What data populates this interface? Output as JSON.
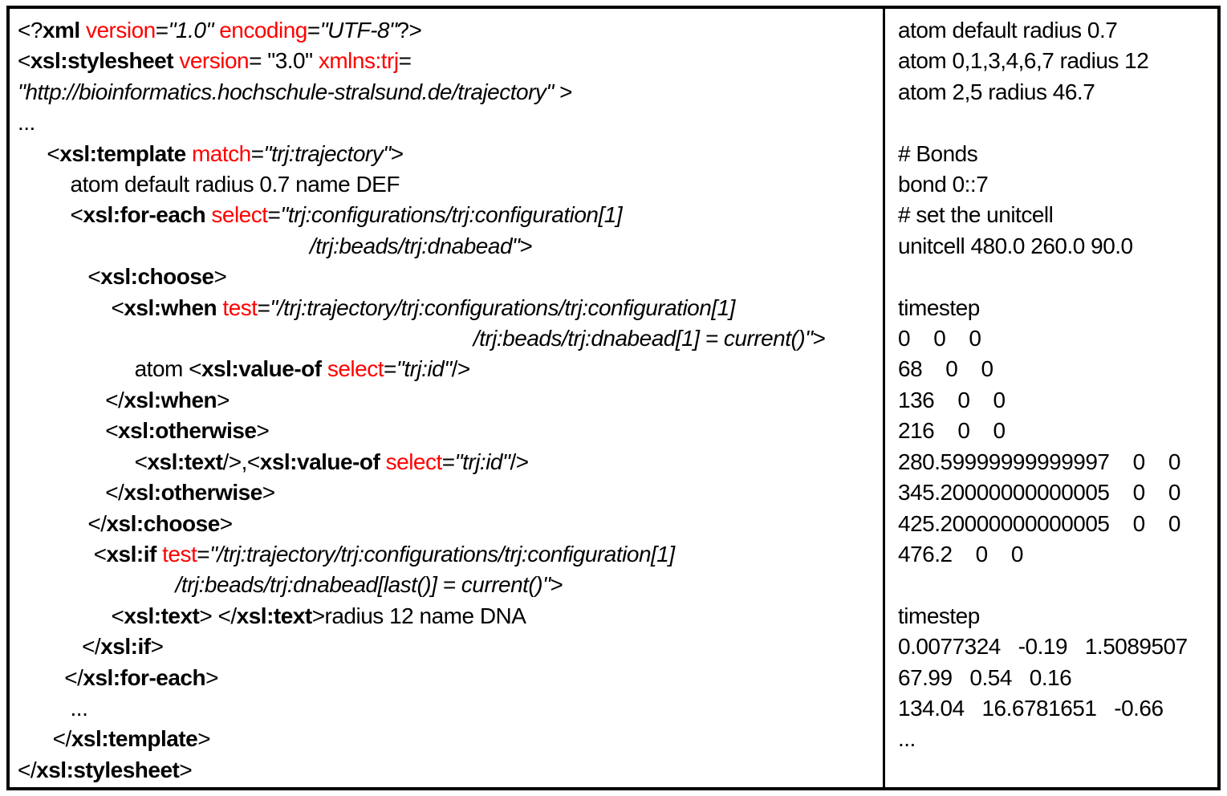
{
  "colors": {
    "attribute_name_red": "#ff0000",
    "code_text": "#000000",
    "border": "#000000",
    "background": "#ffffff"
  },
  "panels": {
    "left": {
      "description": "xslt-stylesheet-source",
      "lines": [
        [
          [
            "p",
            "<?"
          ],
          [
            "b",
            "xml"
          ],
          [
            "p",
            " "
          ],
          [
            "r",
            "version"
          ],
          [
            "p",
            "="
          ],
          [
            "i",
            "\"1.0\""
          ],
          [
            "p",
            " "
          ],
          [
            "r",
            "encoding"
          ],
          [
            "p",
            "="
          ],
          [
            "i",
            "\"UTF-8\""
          ],
          [
            "p",
            "?>"
          ]
        ],
        [
          [
            "p",
            "<"
          ],
          [
            "b",
            "xsl:stylesheet"
          ],
          [
            "p",
            " "
          ],
          [
            "r",
            "version"
          ],
          [
            "p",
            "= \"3.0\" "
          ],
          [
            "r",
            "xmlns:trj"
          ],
          [
            "p",
            "="
          ]
        ],
        [
          [
            "i",
            "\"http://bioinformatics.hochschule-stralsund.de/trajectory\""
          ],
          [
            "p",
            " >"
          ]
        ],
        [
          [
            "p",
            "..."
          ]
        ],
        [
          [
            "p",
            "     <"
          ],
          [
            "b",
            "xsl:template"
          ],
          [
            "p",
            " "
          ],
          [
            "r",
            "match"
          ],
          [
            "p",
            "="
          ],
          [
            "i",
            "\"trj:trajectory\""
          ],
          [
            "p",
            ">"
          ]
        ],
        [
          [
            "p",
            "         atom default radius 0.7 name DEF"
          ]
        ],
        [
          [
            "p",
            "         <"
          ],
          [
            "b",
            "xsl:for-each"
          ],
          [
            "p",
            " "
          ],
          [
            "r",
            "select"
          ],
          [
            "p",
            "="
          ],
          [
            "i",
            "\"trj:configurations/trj:configuration[1]"
          ]
        ],
        [
          [
            "i",
            "                                                  /trj:beads/trj:dnabead\""
          ],
          [
            "p",
            ">"
          ]
        ],
        [
          [
            "p",
            "            <"
          ],
          [
            "b",
            "xsl:choose"
          ],
          [
            "p",
            ">"
          ]
        ],
        [
          [
            "p",
            "                <"
          ],
          [
            "b",
            "xsl:when"
          ],
          [
            "p",
            " "
          ],
          [
            "r",
            "test"
          ],
          [
            "p",
            "="
          ],
          [
            "i",
            "\"/trj:trajectory/trj:configurations/trj:configuration[1]"
          ]
        ],
        [
          [
            "i",
            "                                                                              /trj:beads/trj:dnabead[1] = current()\""
          ],
          [
            "p",
            ">"
          ]
        ],
        [
          [
            "p",
            "                    atom <"
          ],
          [
            "b",
            "xsl:value-of"
          ],
          [
            "p",
            " "
          ],
          [
            "r",
            "select"
          ],
          [
            "p",
            "="
          ],
          [
            "i",
            "\"trj:id\""
          ],
          [
            "p",
            "/>"
          ]
        ],
        [
          [
            "p",
            "               </"
          ],
          [
            "b",
            "xsl:when"
          ],
          [
            "p",
            ">"
          ]
        ],
        [
          [
            "p",
            "               <"
          ],
          [
            "b",
            "xsl:otherwise"
          ],
          [
            "p",
            ">"
          ]
        ],
        [
          [
            "p",
            "                    <"
          ],
          [
            "b",
            "xsl:text"
          ],
          [
            "p",
            "/>,<"
          ],
          [
            "b",
            "xsl:value-of"
          ],
          [
            "p",
            " "
          ],
          [
            "r",
            "select"
          ],
          [
            "p",
            "="
          ],
          [
            "i",
            "\"trj:id\""
          ],
          [
            "p",
            "/>"
          ]
        ],
        [
          [
            "p",
            "               </"
          ],
          [
            "b",
            "xsl:otherwise"
          ],
          [
            "p",
            ">"
          ]
        ],
        [
          [
            "p",
            "            </"
          ],
          [
            "b",
            "xsl:choose"
          ],
          [
            "p",
            ">"
          ]
        ],
        [
          [
            "p",
            "             <"
          ],
          [
            "b",
            "xsl:if"
          ],
          [
            "p",
            " "
          ],
          [
            "r",
            "test"
          ],
          [
            "p",
            "="
          ],
          [
            "i",
            "\"/trj:trajectory/trj:configurations/trj:configuration[1]"
          ]
        ],
        [
          [
            "i",
            "                           /trj:beads/trj:dnabead[last()] = current()\""
          ],
          [
            "p",
            ">"
          ]
        ],
        [
          [
            "p",
            "                <"
          ],
          [
            "b",
            "xsl:text"
          ],
          [
            "p",
            "> </"
          ],
          [
            "b",
            "xsl:text"
          ],
          [
            "p",
            ">radius 12 name DNA"
          ]
        ],
        [
          [
            "p",
            "           </"
          ],
          [
            "b",
            "xsl:if"
          ],
          [
            "p",
            ">"
          ]
        ],
        [
          [
            "p",
            "        </"
          ],
          [
            "b",
            "xsl:for-each"
          ],
          [
            "p",
            ">"
          ]
        ],
        [
          [
            "p",
            "         ..."
          ]
        ],
        [
          [
            "p",
            "      </"
          ],
          [
            "b",
            "xsl:template"
          ],
          [
            "p",
            ">"
          ]
        ],
        [
          [
            "p",
            "</"
          ],
          [
            "b",
            "xsl:stylesheet"
          ],
          [
            "p",
            ">"
          ]
        ]
      ]
    },
    "right": {
      "description": "transformation-output",
      "lines": [
        "atom default radius 0.7",
        "atom 0,1,3,4,6,7 radius 12",
        "atom 2,5 radius 46.7",
        "",
        "# Bonds",
        "bond 0::7",
        "# set the unitcell",
        "unitcell 480.0 260.0 90.0",
        "",
        "timestep",
        "0    0    0",
        "68    0    0",
        "136    0    0",
        "216    0    0",
        "280.59999999999997    0    0",
        "345.20000000000005    0    0",
        "425.20000000000005    0    0",
        "476.2    0    0",
        "",
        "timestep",
        "0.0077324   -0.19   1.5089507",
        "67.99   0.54   0.16",
        "134.04   16.6781651   -0.66",
        "...",
        ""
      ]
    }
  }
}
